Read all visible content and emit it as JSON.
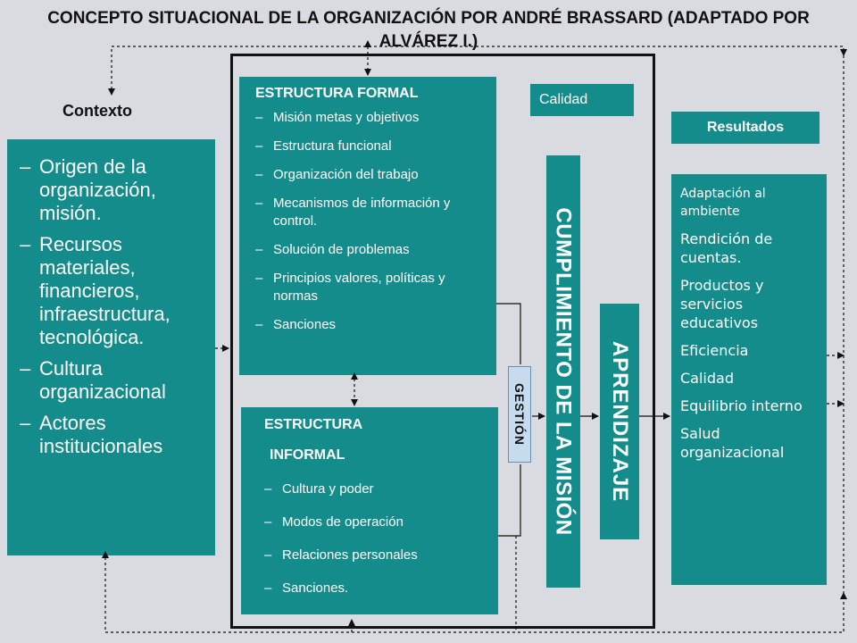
{
  "title": "CONCEPTO SITUACIONAL DE LA ORGANIZACIÓN POR ANDRÉ BRASSARD (ADAPTADO POR ALVÁREZ I.)",
  "contexto": {
    "label": "Contexto",
    "items": [
      "Origen de la organización, misión.",
      "Recursos materiales, financieros, infraestructura, tecnológica.",
      "Cultura organizacional",
      "Actores institucionales"
    ]
  },
  "formal": {
    "title": "ESTRUCTURA  FORMAL",
    "items": [
      "Misión metas y objetivos",
      "Estructura funcional",
      "Organización del trabajo",
      "Mecanismos de información y control.",
      "Solución de problemas",
      "Principios valores, políticas y normas",
      "Sanciones"
    ]
  },
  "informal": {
    "title_line1": "ESTRUCTURA",
    "title_line2": "INFORMAL",
    "items": [
      "Cultura y poder",
      "Modos de operación",
      "Relaciones personales",
      "Sanciones."
    ]
  },
  "calidad_tag": "Calidad",
  "resultados_tag": "Resultados",
  "cumplimiento": "CUMPLIMIENTO DE LA MISIÓN",
  "aprendizaje": "APRENDIZAJE",
  "gestion": "GESTIÓN",
  "results": [
    "Adaptación al ambiente",
    "Rendición de cuentas.",
    "Productos y servicios educativos",
    "Eficiencia",
    "Calidad",
    "Equilibrio interno",
    "Salud organizacional"
  ],
  "colors": {
    "teal": "#148c8c",
    "background": "#d9dbe0",
    "gestion_fill": "#c7dbee"
  }
}
